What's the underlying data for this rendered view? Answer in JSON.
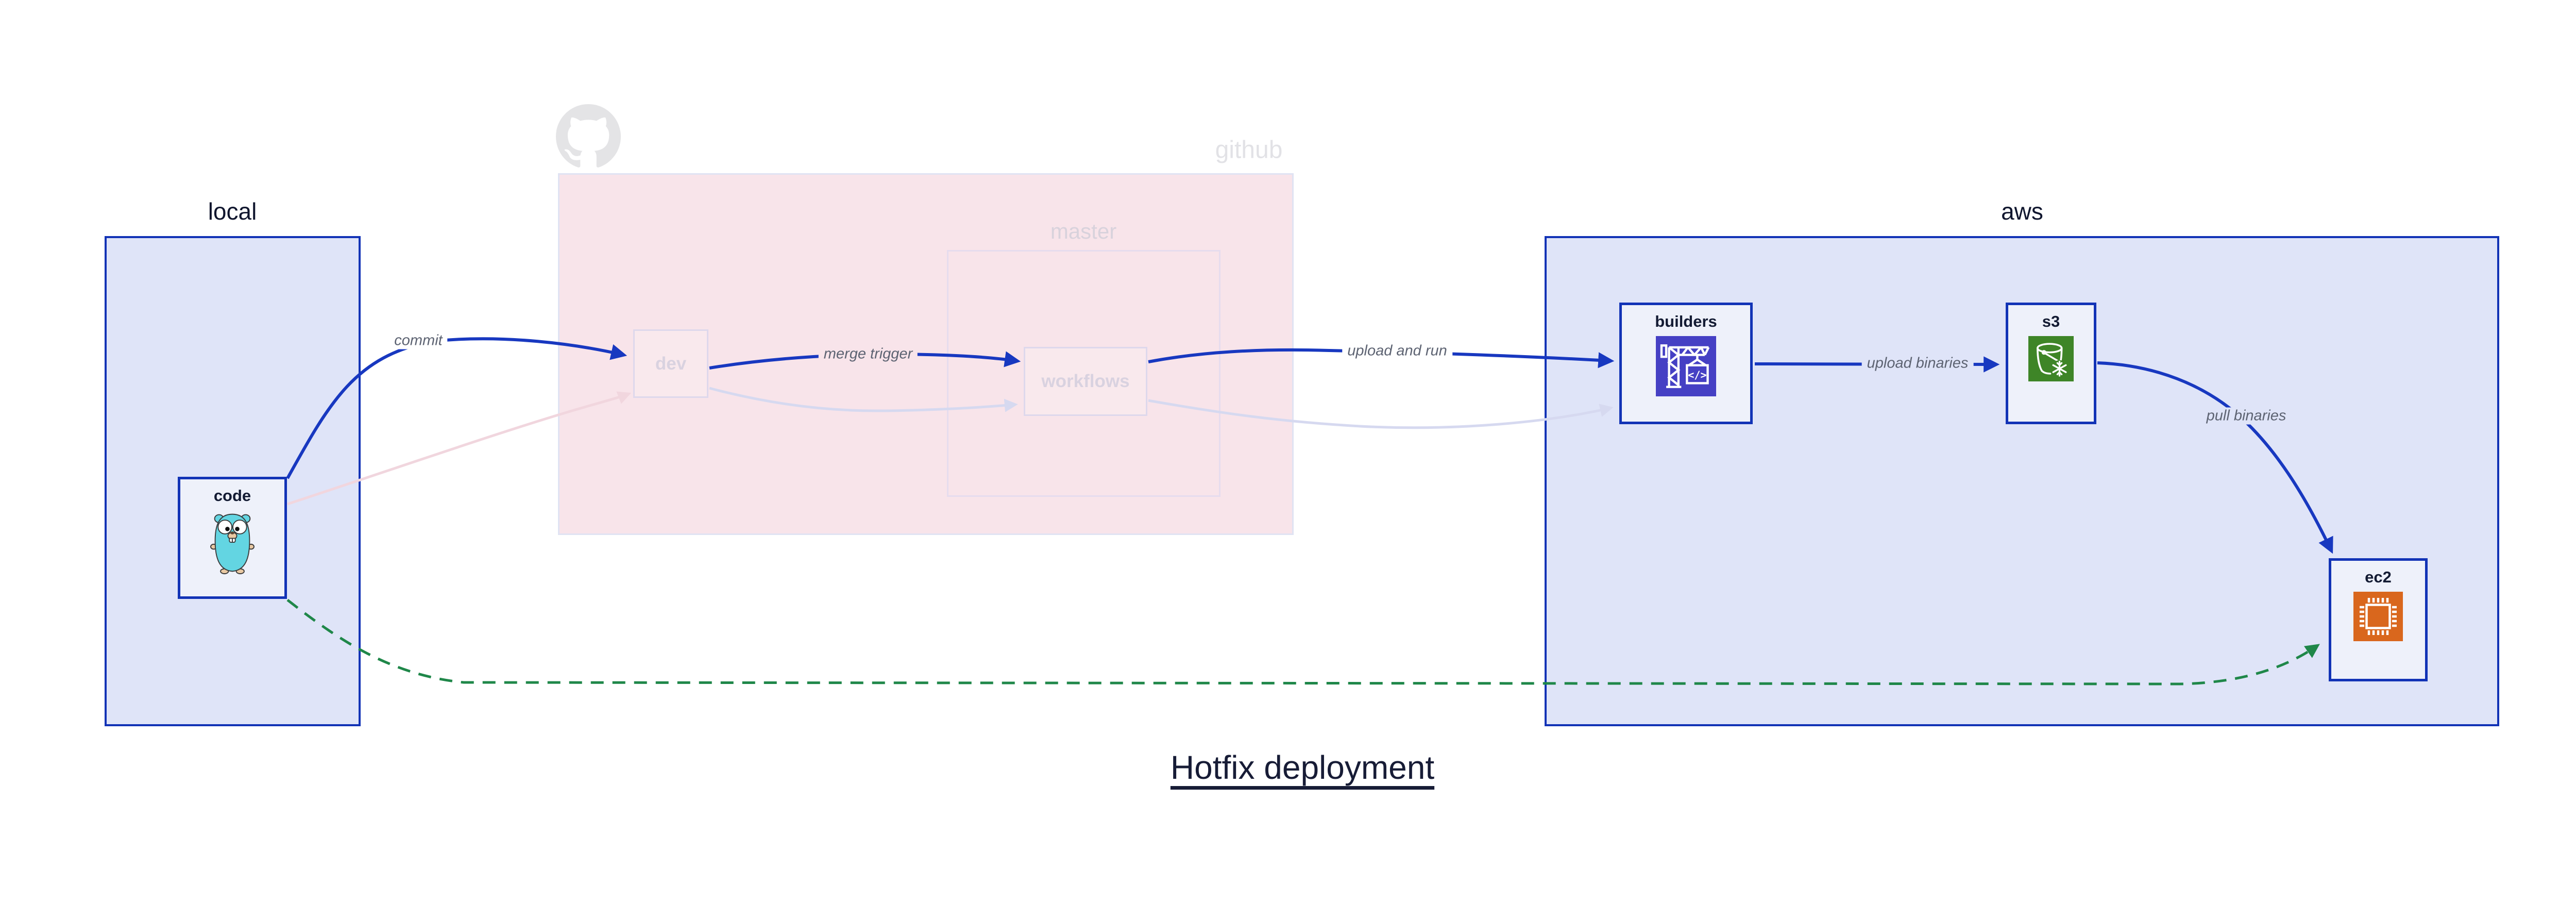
{
  "title": "Hotfix deployment",
  "groups": {
    "local": {
      "label": "local"
    },
    "github": {
      "label": "github",
      "master": {
        "label": "master"
      }
    },
    "aws": {
      "label": "aws"
    }
  },
  "nodes": {
    "code": {
      "label": "code",
      "icon": "go-gopher-icon",
      "group": "local"
    },
    "dev": {
      "label": "dev",
      "group": "github",
      "faded": true
    },
    "workflows": {
      "label": "workflows",
      "group": "github.master",
      "faded": true
    },
    "builders": {
      "label": "builders",
      "icon": "aws-codebuild-icon",
      "group": "aws"
    },
    "s3": {
      "label": "s3",
      "icon": "aws-s3-glacier-icon",
      "group": "aws"
    },
    "ec2": {
      "label": "ec2",
      "icon": "aws-ec2-icon",
      "group": "aws"
    }
  },
  "edges": {
    "commit": {
      "label": "commit",
      "from": "code",
      "to": "dev",
      "style": "solid-blue"
    },
    "merge_trigger": {
      "label": "merge trigger",
      "from": "dev",
      "to": "workflows",
      "style": "solid-blue"
    },
    "upload_and_run": {
      "label": "upload and run",
      "from": "workflows",
      "to": "builders",
      "style": "solid-blue"
    },
    "upload_binaries": {
      "label": "upload binaries",
      "from": "builders",
      "to": "s3",
      "style": "solid-blue"
    },
    "pull_binaries": {
      "label": "pull binaries",
      "from": "s3",
      "to": "ec2",
      "style": "solid-blue"
    },
    "faded_code_dev": {
      "label": "",
      "from": "code",
      "to": "dev",
      "style": "faded-pink"
    },
    "faded_dev_workflows": {
      "label": "",
      "from": "dev",
      "to": "workflows",
      "style": "faded-lavender"
    },
    "faded_workflows_builders": {
      "label": "",
      "from": "workflows",
      "to": "builders",
      "style": "faded-lavender"
    },
    "hotfix_pull": {
      "label": "",
      "from": "code",
      "to": "ec2",
      "style": "dashed-green"
    }
  },
  "icons": {
    "github_logo": "github-octocat-icon",
    "codebuild_glyph": "</>"
  },
  "colors": {
    "edge_blue": "#1838c0",
    "edge_green": "#1f8749",
    "edge_faded_pink": "#f1d6de",
    "edge_faded_lavender": "#d6d9f0",
    "group_fill_blue": "#dfe4f8",
    "group_fill_pink": "#f8e4ea",
    "node_border_blue": "#1233b6",
    "node_fill": "#eef1fa",
    "codebuild_icon_bg": "#4540c4",
    "s3_glacier_icon_bg": "#3e8527",
    "ec2_icon_bg": "#d9671d",
    "title_color": "#171c36",
    "edge_label_color": "#5d6372"
  }
}
